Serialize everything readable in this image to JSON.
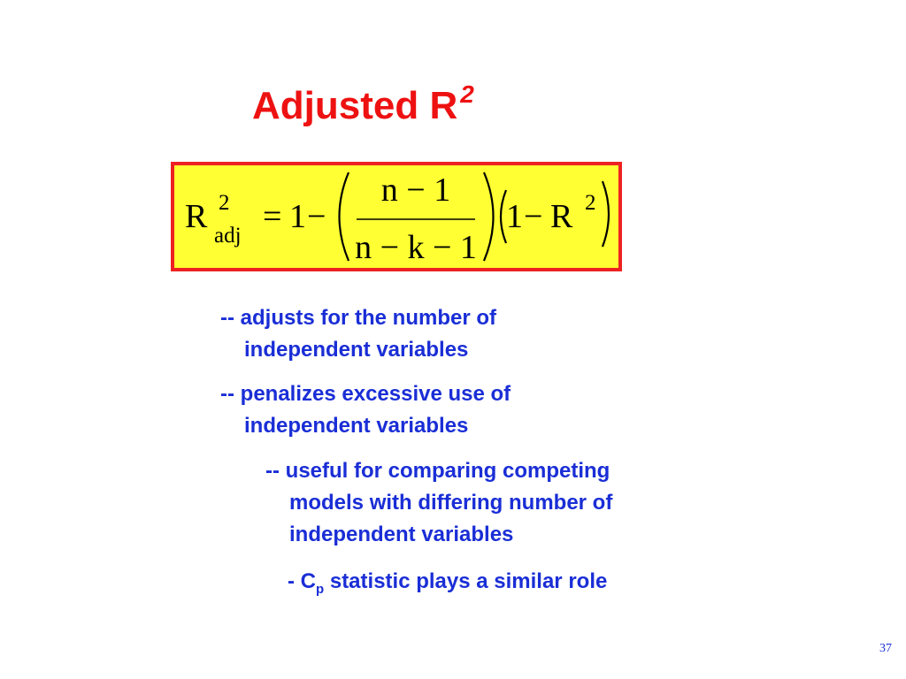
{
  "slide": {
    "title": {
      "main": "Adjusted R",
      "superscript": "2"
    },
    "formula": {
      "lhs_symbol": "R",
      "lhs_superscript": "2",
      "lhs_subscript": "adj",
      "equals": "=",
      "one": "1",
      "minus": "−",
      "numerator": "n − 1",
      "denominator": "n − k − 1",
      "right_one": "1",
      "right_minus": "−",
      "right_symbol": "R",
      "right_superscript": "2",
      "colors": {
        "box_fill": "#ffff33",
        "box_border": "#ee2222"
      }
    },
    "bullets": [
      {
        "line1": "-- adjusts for the number of",
        "line2": "independent variables"
      },
      {
        "line1": "-- penalizes excessive use of",
        "line2": "independent variables"
      },
      {
        "line1": "-- useful for comparing competing",
        "line2": "models with differing number of",
        "line3": "independent variables"
      }
    ],
    "cp_note": {
      "prefix": "- C",
      "subscript": "p",
      "suffix": " statistic plays a similar role"
    },
    "page_number": "37",
    "colors": {
      "title": "#ee1111",
      "body_text": "#1a2ed6"
    }
  }
}
